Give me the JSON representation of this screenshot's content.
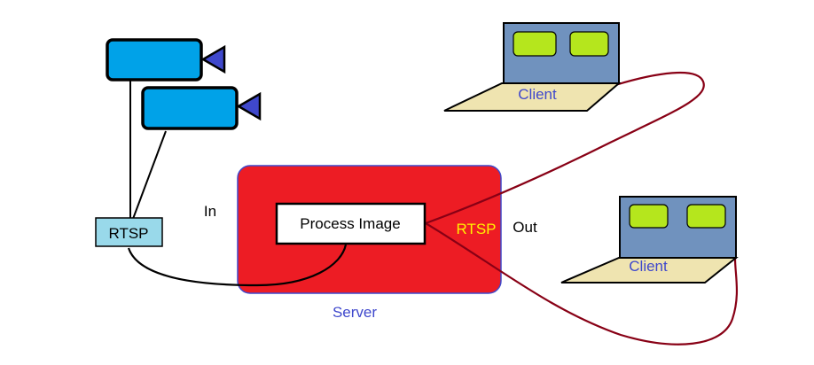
{
  "labels": {
    "rtsp_input": "RTSP",
    "in": "In",
    "process_image": "Process Image",
    "rtsp_output": "RTSP",
    "out": "Out",
    "server": "Server",
    "client_top": "Client",
    "client_bottom": "Client"
  },
  "colors": {
    "camera_body": "#00a2e8",
    "camera_lens": "#3f48cc",
    "server_box": "#ed1c24",
    "server_border": "#3f48cc",
    "server_label": "#3f48cc",
    "rtsp_box": "#99d9ea",
    "rtsp_output_label": "#fff200",
    "client_screen": "#7092be",
    "client_screen_panel": "#b5e61d",
    "client_keyboard": "#efe4b0",
    "client_label": "#3f48cc",
    "output_line": "#880015",
    "input_line": "#000000"
  },
  "icons": {
    "camera": "video-camera-icon",
    "client": "laptop-icon"
  }
}
